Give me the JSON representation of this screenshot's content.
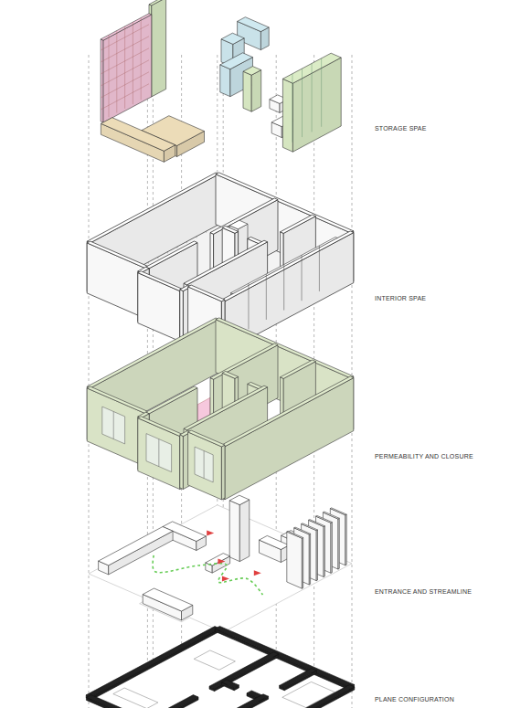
{
  "diagram": {
    "labels": [
      "STORAGE SPAE",
      "INTERIOR SPAE",
      "PERMEABILITY AND CLOSURE",
      "ENTRANCE AND STREAMLINE",
      "PLANE CONFIGURATION"
    ]
  }
}
